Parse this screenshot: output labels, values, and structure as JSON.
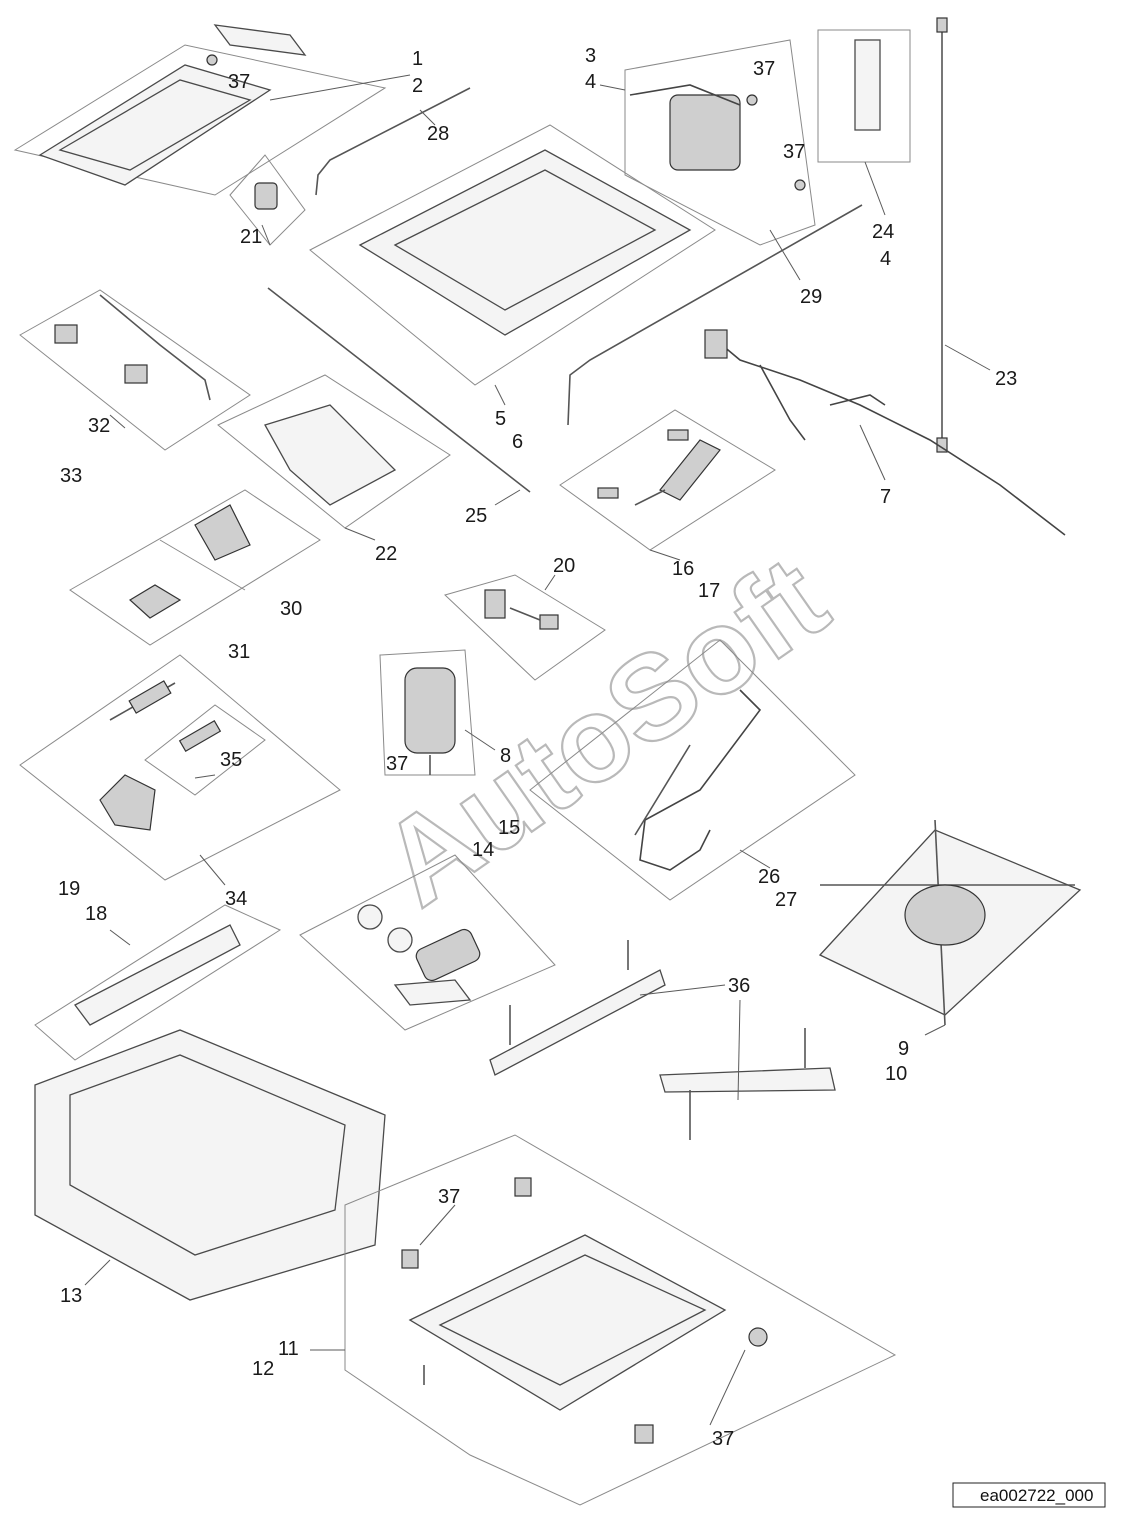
{
  "watermark": "AutoSoft",
  "reference_code": "ea002722_000",
  "callouts": {
    "c1": "1",
    "c2": "2",
    "c3": "3",
    "c4a": "4",
    "c4b": "4",
    "c5": "5",
    "c6": "6",
    "c7": "7",
    "c8": "8",
    "c9": "9",
    "c10": "10",
    "c11": "11",
    "c12": "12",
    "c13": "13",
    "c14": "14",
    "c15": "15",
    "c16": "16",
    "c17": "17",
    "c18": "18",
    "c19": "19",
    "c20": "20",
    "c21": "21",
    "c22": "22",
    "c23": "23",
    "c24": "24",
    "c25": "25",
    "c26": "26",
    "c27": "27",
    "c28": "28",
    "c29": "29",
    "c30": "30",
    "c31": "31",
    "c32": "32",
    "c33": "33",
    "c34": "34",
    "c35": "35",
    "c36": "36",
    "c37a": "37",
    "c37b": "37",
    "c37c": "37",
    "c37d": "37",
    "c37e": "37",
    "c37f": "37"
  }
}
